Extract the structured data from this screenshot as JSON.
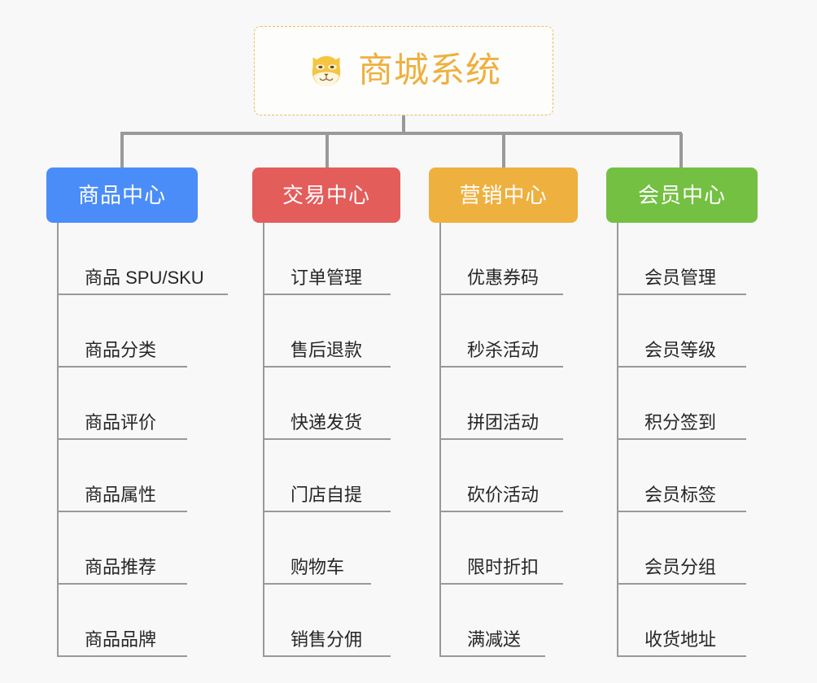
{
  "root": {
    "title": "商城系统",
    "icon": "shiba-dog-icon",
    "accent_color": "#eeb03f",
    "border_style": "dashed"
  },
  "canvas": {
    "background_color": "#f8f8f8",
    "connector_color": "#999999"
  },
  "branches": [
    {
      "label": "商品中心",
      "color": "#4b8df8",
      "items": [
        "商品 SPU/SKU",
        "商品分类",
        "商品评价",
        "商品属性",
        "商品推荐",
        "商品品牌"
      ]
    },
    {
      "label": "交易中心",
      "color": "#e35d5b",
      "items": [
        "订单管理",
        "售后退款",
        "快递发货",
        "门店自提",
        "购物车",
        "销售分佣"
      ]
    },
    {
      "label": "营销中心",
      "color": "#eeb03f",
      "items": [
        "优惠券码",
        "秒杀活动",
        "拼团活动",
        "砍价活动",
        "限时折扣",
        "满减送"
      ]
    },
    {
      "label": "会员中心",
      "color": "#74c043",
      "items": [
        "会员管理",
        "会员等级",
        "积分签到",
        "会员标签",
        "会员分组",
        "收货地址"
      ]
    }
  ]
}
